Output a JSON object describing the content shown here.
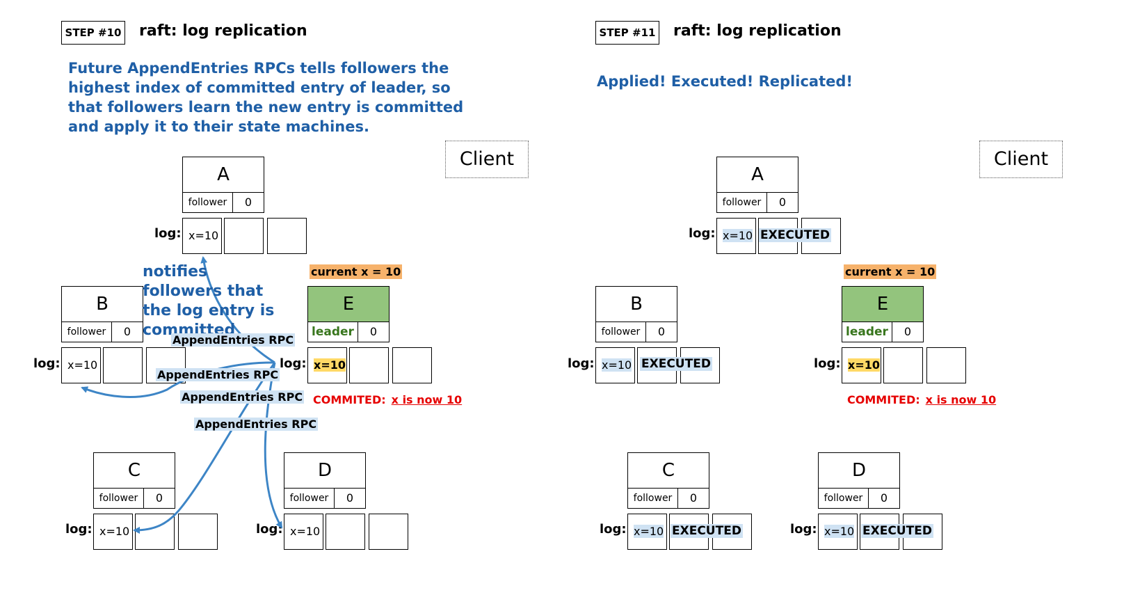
{
  "step10": {
    "badge": "STEP #10",
    "title": "raft: log replication",
    "description": "Future AppendEntries RPCs tells followers the highest index of committed entry of leader, so that followers learn the new entry is committed and apply it to their state machines.",
    "client": "Client",
    "notify": "notifies followers that the log entry is committed",
    "rpc_label": "AppendEntries RPC",
    "current_x": "current x = 10",
    "committed": "COMMITED:",
    "committed_detail": "x is now 10",
    "log_label": "log:",
    "entry": "x=10",
    "nodes": {
      "A": {
        "name": "A",
        "role": "follower",
        "term": "0"
      },
      "B": {
        "name": "B",
        "role": "follower",
        "term": "0"
      },
      "C": {
        "name": "C",
        "role": "follower",
        "term": "0"
      },
      "D": {
        "name": "D",
        "role": "follower",
        "term": "0"
      },
      "E": {
        "name": "E",
        "role": "leader",
        "term": "0"
      }
    }
  },
  "step11": {
    "badge": "STEP #11",
    "title": "raft: log replication",
    "description": "Applied!  Executed! Replicated!",
    "client": "Client",
    "current_x": "current x = 10",
    "committed": "COMMITED:",
    "committed_detail": "x is now 10",
    "log_label": "log:",
    "entry": "x=10",
    "executed": "EXECUTED",
    "nodes": {
      "A": {
        "name": "A",
        "role": "follower",
        "term": "0"
      },
      "B": {
        "name": "B",
        "role": "follower",
        "term": "0"
      },
      "C": {
        "name": "C",
        "role": "follower",
        "term": "0"
      },
      "D": {
        "name": "D",
        "role": "follower",
        "term": "0"
      },
      "E": {
        "name": "E",
        "role": "leader",
        "term": "0"
      }
    }
  },
  "colors": {
    "description_text": "#1f5fa6",
    "leader_fill": "#93c47d",
    "leader_text": "#38761d",
    "current_x_fill": "#f6b26b",
    "committed_text": "#e60000",
    "highlight_blue": "#cfe2f3",
    "highlight_yellow": "#ffd966",
    "arrow": "#3d85c6"
  }
}
